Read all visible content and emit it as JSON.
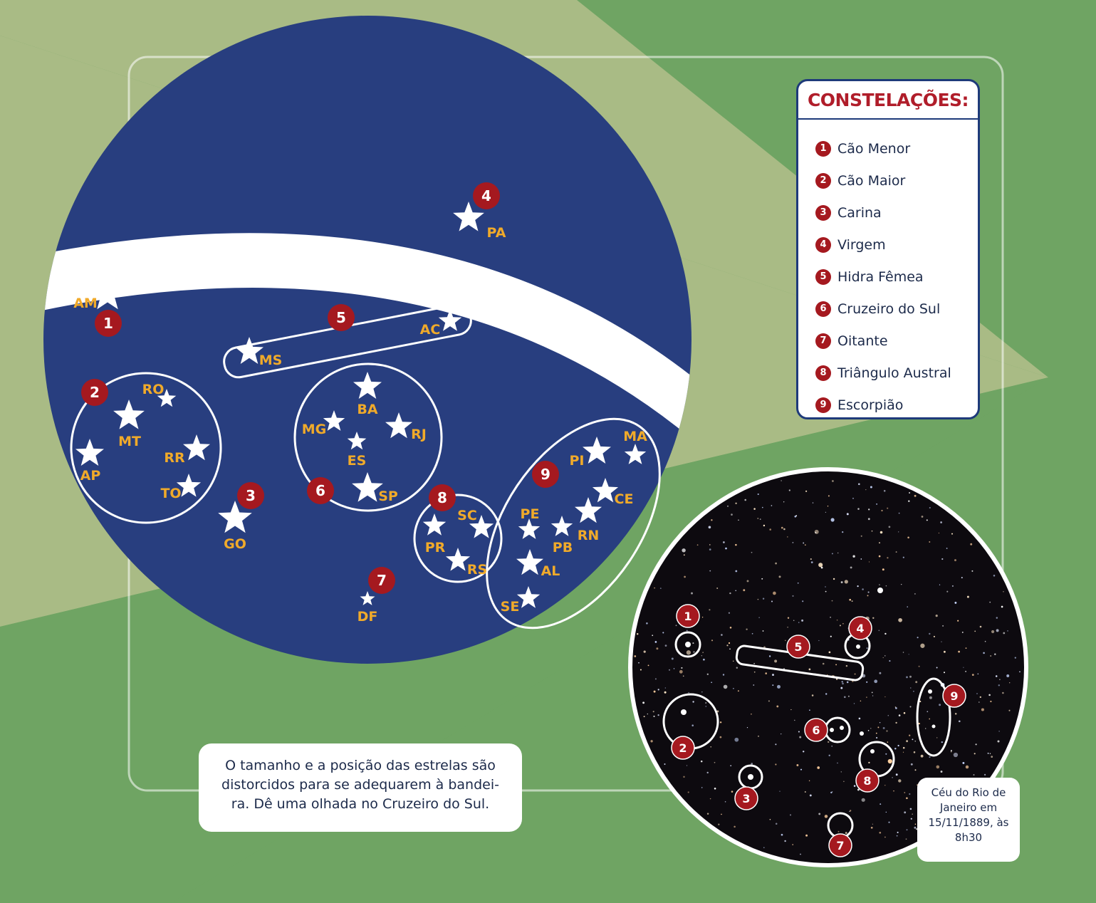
{
  "legend": {
    "title": "CONSTELAÇÕES:",
    "items": [
      {
        "num": "1",
        "label": "Cão Menor"
      },
      {
        "num": "2",
        "label": "Cão Maior"
      },
      {
        "num": "3",
        "label": "Carina"
      },
      {
        "num": "4",
        "label": "Virgem"
      },
      {
        "num": "5",
        "label": "Hidra Fêmea"
      },
      {
        "num": "6",
        "label": "Cruzeiro do Sul"
      },
      {
        "num": "7",
        "label": "Oitante"
      },
      {
        "num": "8",
        "label": "Triângulo Austral"
      },
      {
        "num": "9",
        "label": "Escorpião"
      }
    ]
  },
  "flag_states": [
    "AM",
    "PA",
    "AC",
    "MS",
    "RO",
    "MT",
    "RR",
    "AP",
    "TO",
    "GO",
    "BA",
    "MG",
    "RJ",
    "ES",
    "SP",
    "SC",
    "PR",
    "RS",
    "DF",
    "MA",
    "PI",
    "CE",
    "RN",
    "PE",
    "PB",
    "AL",
    "SE"
  ],
  "constellation_markers": [
    "1",
    "2",
    "3",
    "4",
    "5",
    "6",
    "7",
    "8",
    "9"
  ],
  "caption": "O tamanho e a posição das estrelas são distorcidos para se adequarem à bandei-ra. Dê uma olhada no Cruzeiro do Sul.",
  "sky_note": "Céu do Rio de Janeiro em 15/11/1889, às 8h30",
  "colors": {
    "flag_green": "#6fa463",
    "flag_yellow_area": "#a9bb85",
    "globe_blue": "#283e7f",
    "marker_red": "#a5191f",
    "state_label": "#f0aa2a",
    "legend_title": "#b01d2a",
    "night_sky": "#0d0a0f"
  }
}
